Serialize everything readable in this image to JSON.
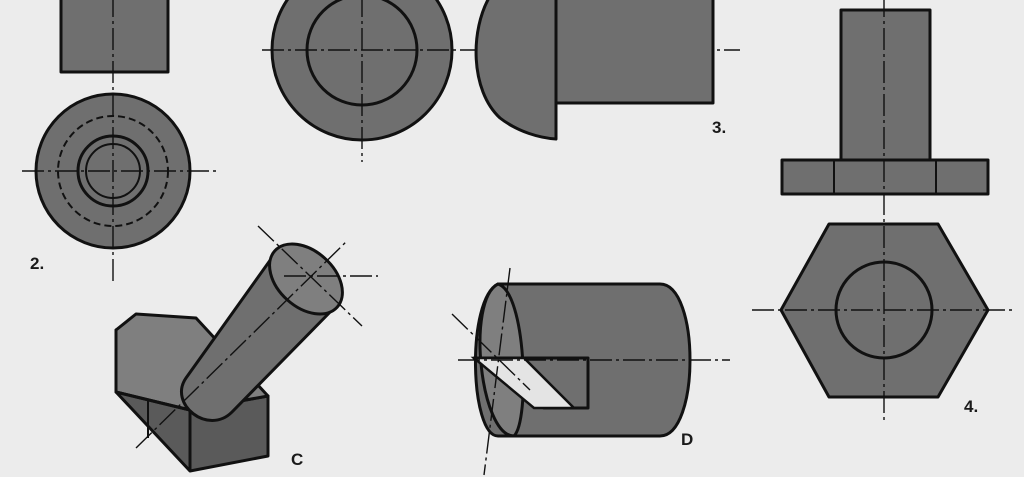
{
  "labels": {
    "fig2": "2.",
    "fig3": "3.",
    "fig4": "4.",
    "figC": "C",
    "figD": "D"
  },
  "colors": {
    "background": "#ececec",
    "fill": "#6f6f6f",
    "outline": "#111111"
  }
}
